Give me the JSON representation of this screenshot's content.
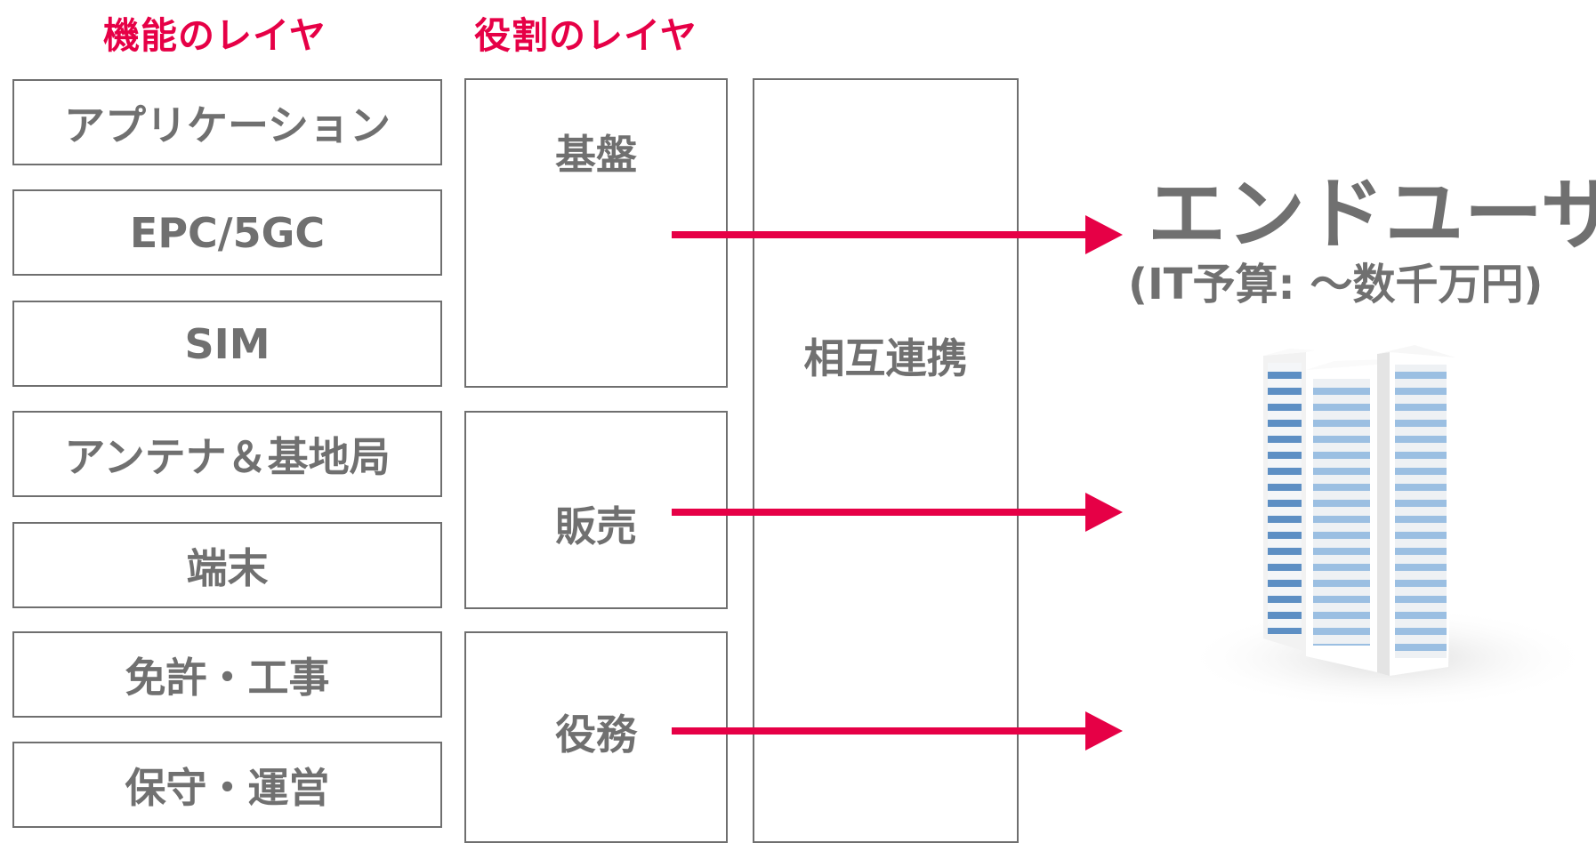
{
  "headers": {
    "function_layer": "機能のレイヤ",
    "role_layer": "役割のレイヤ"
  },
  "function_layers": [
    "アプリケーション",
    "EPC/5GC",
    "SIM",
    "アンテナ＆基地局",
    "端末",
    "免許・工事",
    "保守・運営"
  ],
  "role_layers": [
    "基盤",
    "販売",
    "役務"
  ],
  "integration_label": "相互連携",
  "end_user": {
    "title": "エンドユーザ",
    "budget": "(IT予算: ～数千万円)"
  },
  "colors": {
    "accent": "#e60046",
    "text_gray": "#707070",
    "border_gray": "#6f6f6f",
    "building_window_blue": "#5d8fc4"
  },
  "icons": [
    "office-building-icon"
  ]
}
